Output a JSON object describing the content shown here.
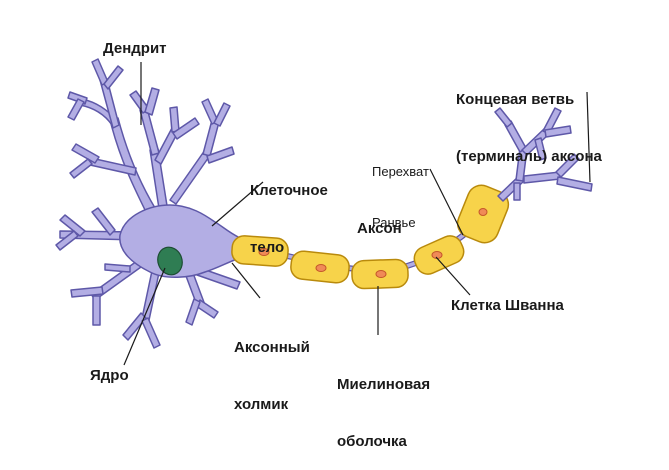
{
  "labels": {
    "dendrite": "Дендрит",
    "terminal_line1": "Концевая ветвь",
    "terminal_line2": "(терминаль) аксона",
    "ranvier_line1": "Перехват",
    "ranvier_line2": "Ранвье",
    "cell_body_line1": "Клеточное",
    "cell_body_line2": "тело",
    "axon": "Аксон",
    "hillock_line1": "Аксонный",
    "hillock_line2": "холмик",
    "schwann": "Клетка Шванна",
    "myelin_line1": "Миелиновая",
    "myelin_line2": "оболочка",
    "nucleus": "Ядро"
  },
  "colors": {
    "neuron_fill": "#b3aee4",
    "neuron_stroke": "#5e58a8",
    "nucleus": "#2f7d53",
    "myelin_fill": "#f7d34a",
    "myelin_stroke": "#b98a0c",
    "schwann_nucleus": "#f08a57",
    "leader_line": "#1a1a1a",
    "text": "#1a1a1a"
  }
}
